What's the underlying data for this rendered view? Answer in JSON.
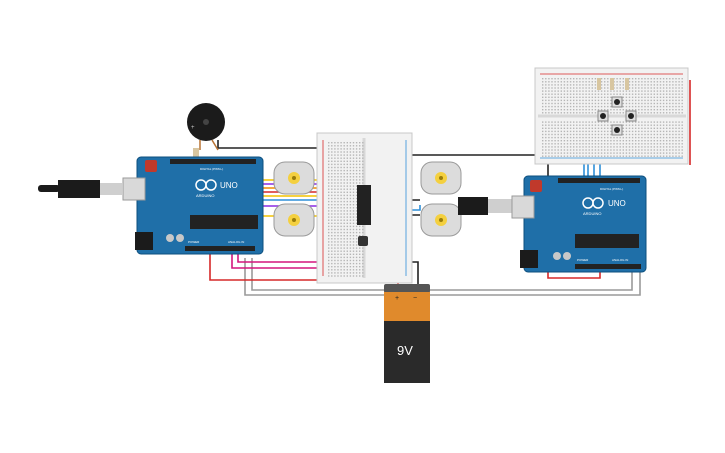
{
  "arduino_left": {
    "logo": "ARDUINO",
    "model": "UNO",
    "header_digital": "DIGITAL (PWM~)",
    "header_power": "POWER",
    "header_analog": "ANALOG IN"
  },
  "arduino_right": {
    "logo": "ARDUINO",
    "model": "UNO",
    "header_digital": "DIGITAL (PWM~)",
    "header_power": "POWER",
    "header_analog": "ANALOG IN"
  },
  "battery": {
    "label": "9V",
    "plus": "+",
    "minus": "−"
  },
  "colors": {
    "board": "#1f6fa8",
    "board_edge": "#0e4f7e",
    "breadboard": "#f2f2f2",
    "wire_red": "#d62828",
    "wire_black": "#222222",
    "wire_yellow": "#f2c200",
    "wire_purple": "#8a2be2",
    "wire_orange": "#f08c00",
    "wire_blue": "#2f8fd8",
    "wire_magenta": "#d4157d",
    "wire_grey": "#9a9a9a",
    "motor_body": "#dcdcdc",
    "motor_cap": "#f4d03f",
    "battery_top": "#e08a2c",
    "battery_body": "#2a2a2a"
  }
}
